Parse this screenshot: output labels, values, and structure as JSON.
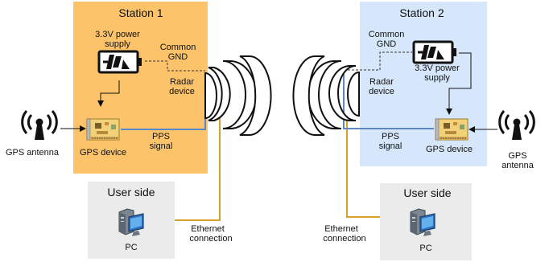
{
  "station1": {
    "title": "Station 1",
    "power_label_l1": "3.3V power",
    "power_label_l2": "supply",
    "gnd_label_l1": "Common",
    "gnd_label_l2": "GND",
    "radar_label_l1": "Radar",
    "radar_label_l2": "device",
    "gps_device_label": "GPS device",
    "pps_label_l1": "PPS",
    "pps_label_l2": "signal",
    "antenna_label": "GPS antenna"
  },
  "station2": {
    "title": "Station 2",
    "power_label_l1": "3.3V power",
    "power_label_l2": "supply",
    "gnd_label_l1": "Common",
    "gnd_label_l2": "GND",
    "radar_label_l1": "Radar",
    "radar_label_l2": "device",
    "gps_device_label": "GPS device",
    "pps_label_l1": "PPS",
    "pps_label_l2": "signal",
    "antenna_label_l1": "GPS",
    "antenna_label_l2": "antenna"
  },
  "user1": {
    "title": "User side",
    "pc_label": "PC",
    "eth_label_l1": "Ethernet",
    "eth_label_l2": "connection"
  },
  "user2": {
    "title": "User side",
    "pc_label": "PC",
    "eth_label_l1": "Ethernet",
    "eth_label_l2": "connection"
  },
  "colors": {
    "station1_bg": "#fcc36a",
    "station2_bg": "#d7e7fb",
    "user_bg": "#ebebeb",
    "ethernet": "#d6a12a",
    "pps": "#5a87c7"
  }
}
